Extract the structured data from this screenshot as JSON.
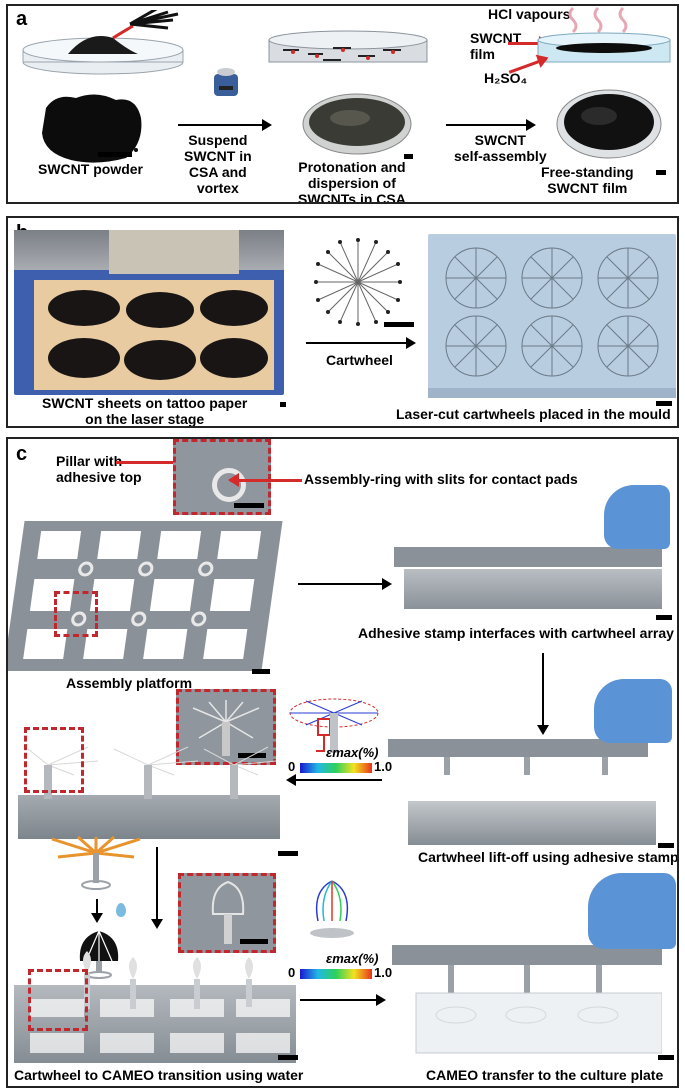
{
  "panels": {
    "a": {
      "label": "a",
      "hcl": "HCl vapours",
      "film": "SWCNT\nfilm",
      "h2so4": "H₂SO₄",
      "powder": "SWCNT powder",
      "step1": "Suspend\nSWCNT in\nCSA and\nvortex",
      "protonation": "Protonation and\ndispersion of\nSWCNTs in CSA",
      "step2": "SWCNT\nself-assembly",
      "freestanding": "Free-standing\nSWCNT film"
    },
    "b": {
      "label": "b",
      "sheets": "SWCNT sheets on tattoo paper\non the laser stage",
      "cartwheel": "Cartwheel",
      "mould": "Laser-cut cartwheels placed in the mould"
    },
    "c": {
      "label": "c",
      "pillar": "Pillar with\nadhesive top",
      "ring": "Assembly-ring with slits for contact pads",
      "platform": "Assembly platform",
      "stamp_interface": "Adhesive stamp interfaces with cartwheel array",
      "liftoff": "Cartwheel lift-off using adhesive stamp",
      "transition": "Cartwheel to CAMEO transition using water",
      "transfer": "CAMEO transfer to the culture plate",
      "cb1_min": "0",
      "cb1_max": "1.0",
      "cb1_label": "εmax(%)",
      "cb2_min": "0",
      "cb2_max": "1.0",
      "cb2_label": "εmax(%)"
    }
  },
  "colors": {
    "red": "#c0282d",
    "frame": "#222222",
    "glove": "#5b94d6",
    "platform_grey": "#8d949b"
  }
}
